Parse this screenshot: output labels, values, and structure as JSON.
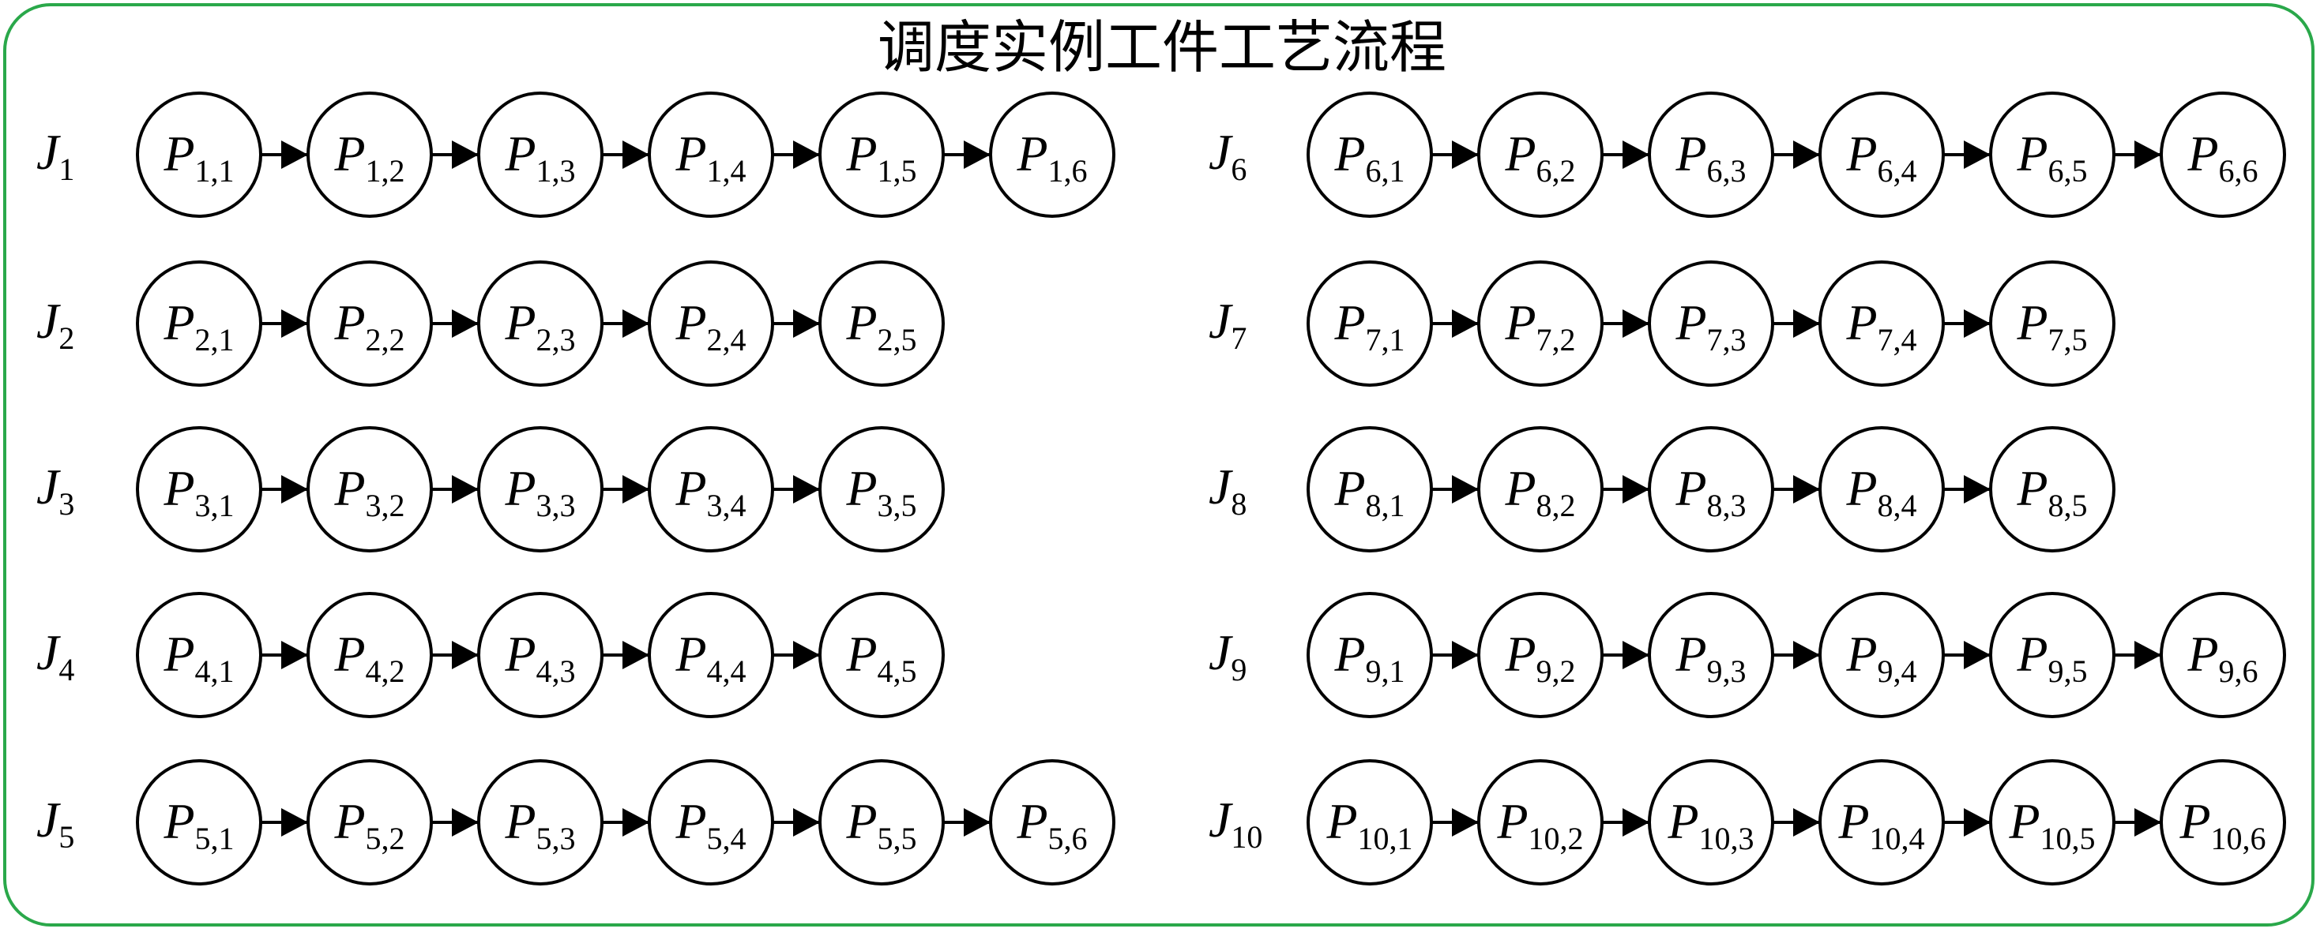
{
  "title": "调度实例工件工艺流程",
  "colors": {
    "border": "#2aa84a",
    "stroke": "#000000"
  },
  "node_symbol": "P",
  "job_symbol": "J",
  "columns": [
    [
      {
        "job": "1",
        "operations": [
          "1,1",
          "1,2",
          "1,3",
          "1,4",
          "1,5",
          "1,6"
        ]
      },
      {
        "job": "2",
        "operations": [
          "2,1",
          "2,2",
          "2,3",
          "2,4",
          "2,5"
        ]
      },
      {
        "job": "3",
        "operations": [
          "3,1",
          "3,2",
          "3,3",
          "3,4",
          "3,5"
        ]
      },
      {
        "job": "4",
        "operations": [
          "4,1",
          "4,2",
          "4,3",
          "4,4",
          "4,5"
        ]
      },
      {
        "job": "5",
        "operations": [
          "5,1",
          "5,2",
          "5,3",
          "5,4",
          "5,5",
          "5,6"
        ]
      }
    ],
    [
      {
        "job": "6",
        "operations": [
          "6,1",
          "6,2",
          "6,3",
          "6,4",
          "6,5",
          "6,6"
        ]
      },
      {
        "job": "7",
        "operations": [
          "7,1",
          "7,2",
          "7,3",
          "7,4",
          "7,5"
        ]
      },
      {
        "job": "8",
        "operations": [
          "8,1",
          "8,2",
          "8,3",
          "8,4",
          "8,5"
        ]
      },
      {
        "job": "9",
        "operations": [
          "9,1",
          "9,2",
          "9,3",
          "9,4",
          "9,5",
          "9,6"
        ]
      },
      {
        "job": "10",
        "operations": [
          "10,1",
          "10,2",
          "10,3",
          "10,4",
          "10,5",
          "10,6"
        ]
      }
    ]
  ]
}
